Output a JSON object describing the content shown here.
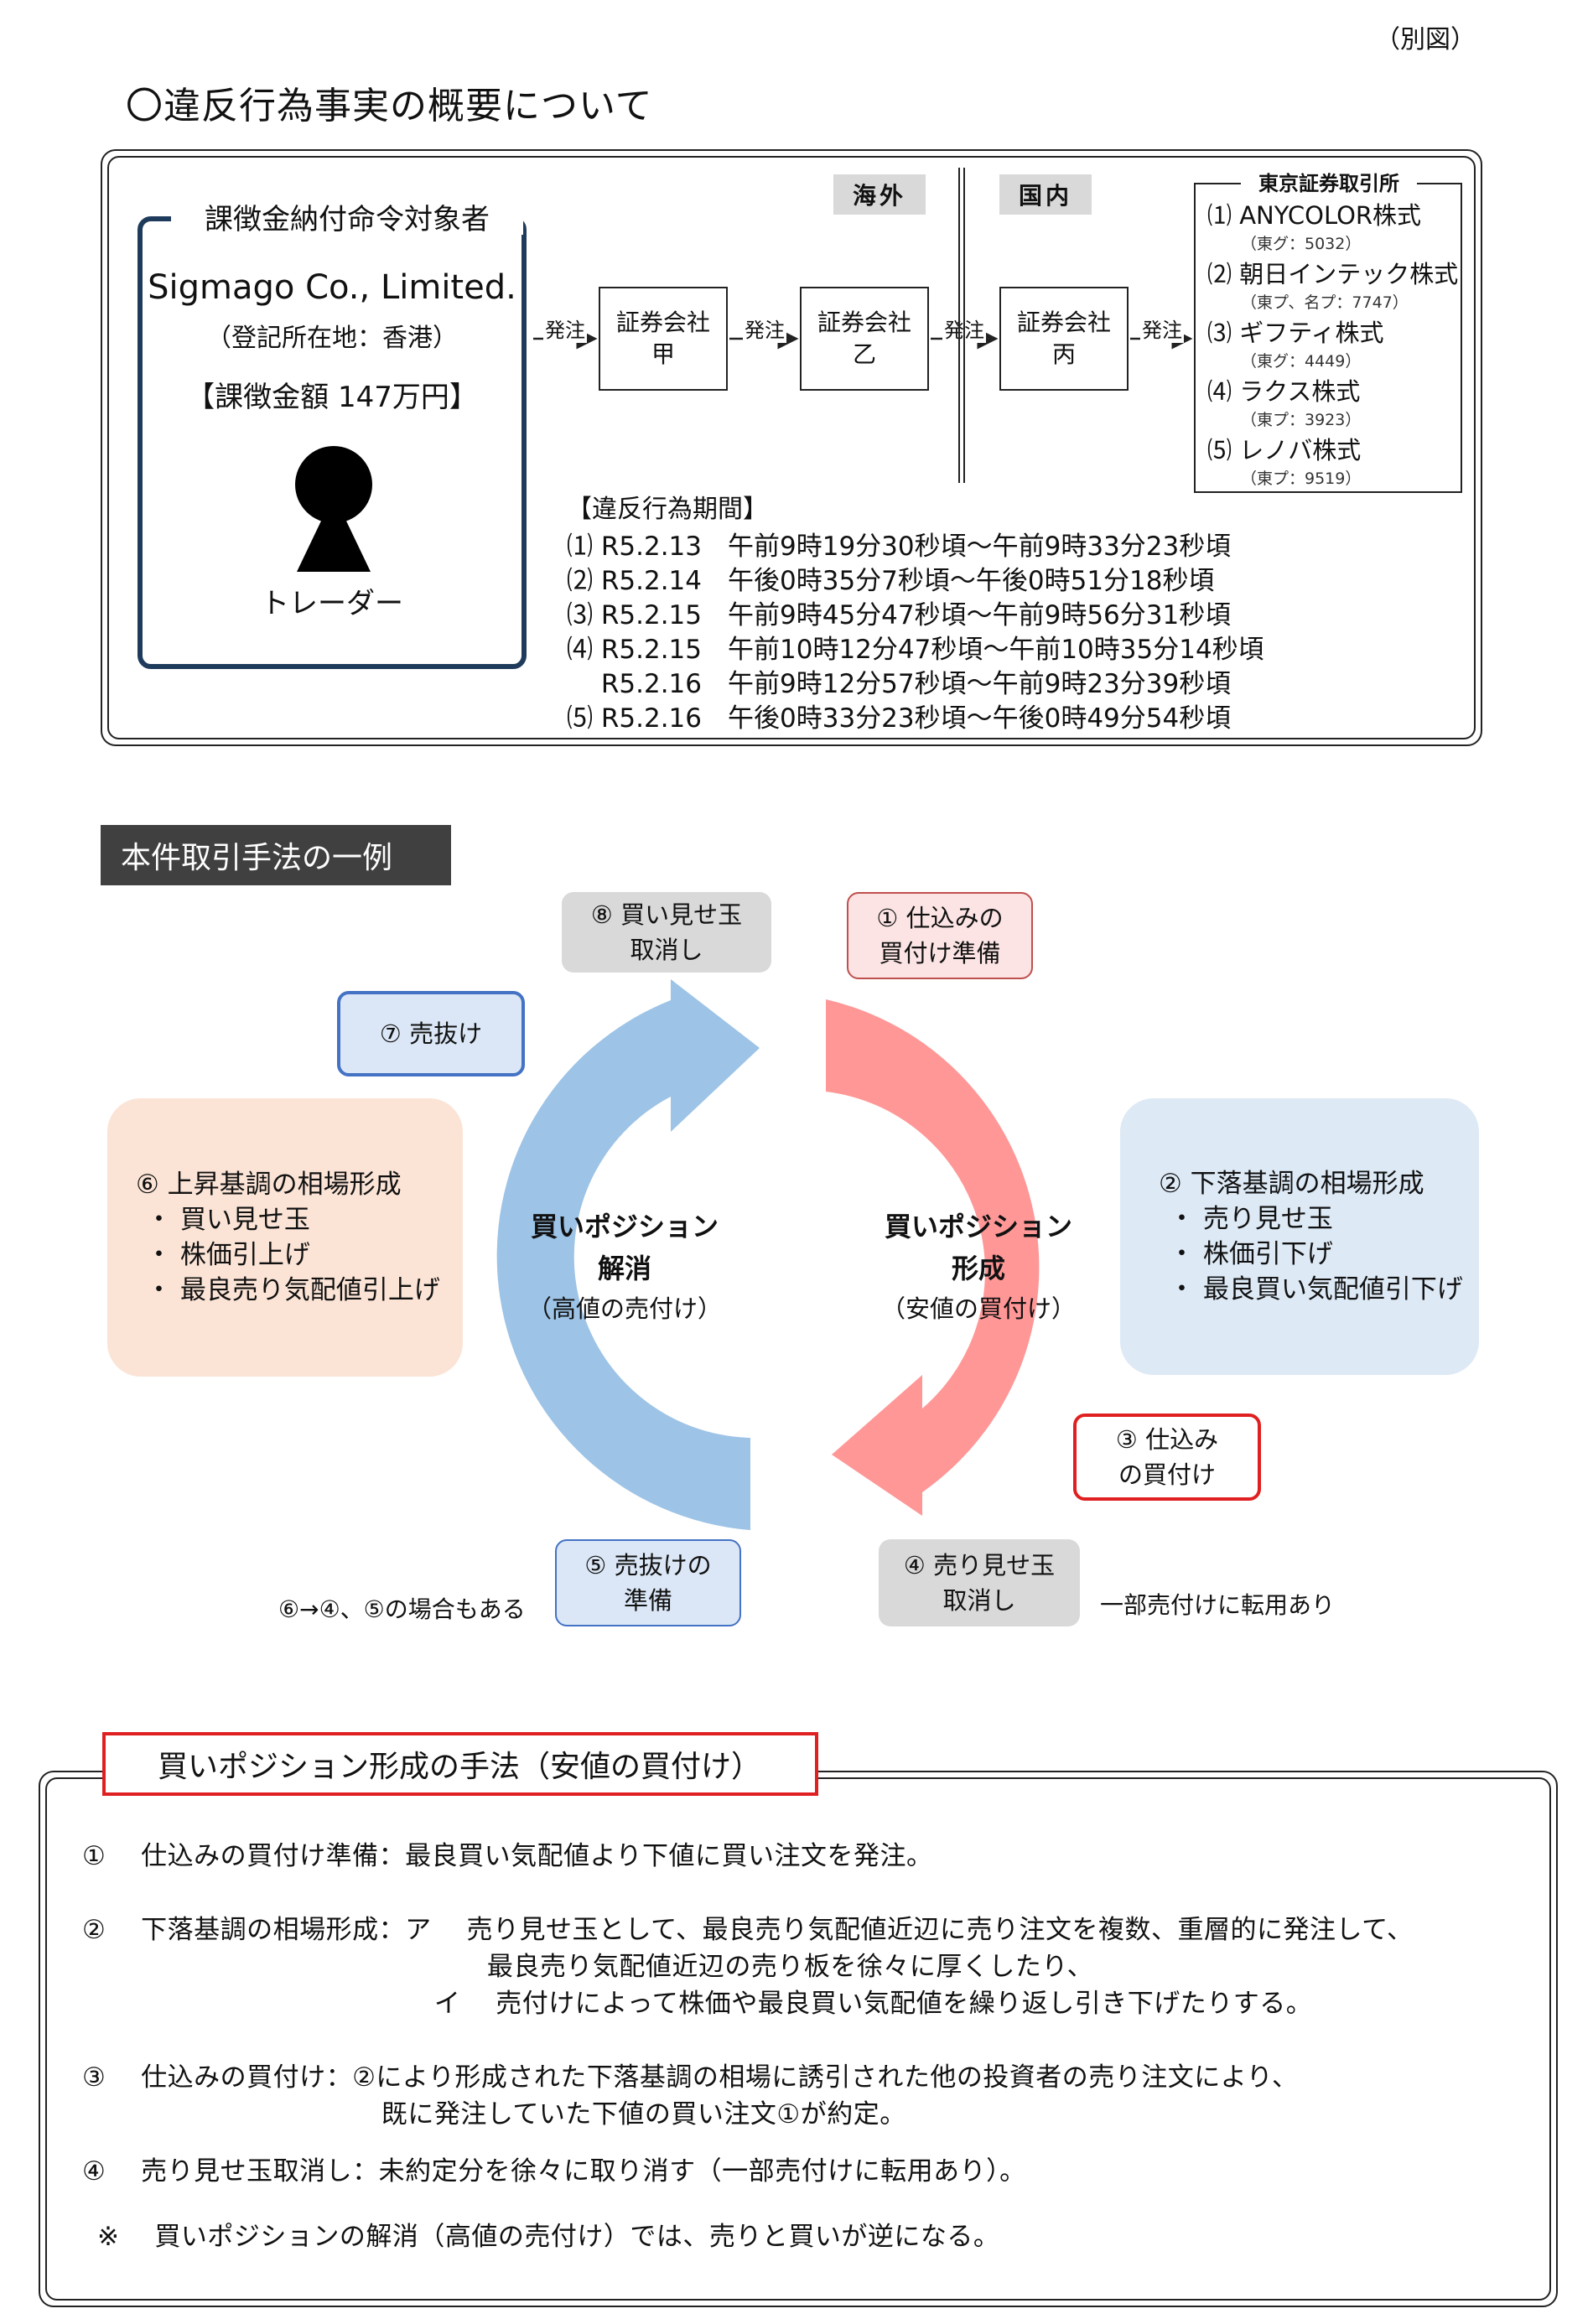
{
  "figure_label": "（別図）",
  "main_title": "〇違反行為事実の概要について",
  "section1": {
    "target_title": "課徴金納付命令対象者",
    "company": "Sigmago Co., Limited.",
    "registered": "（登記所在地：香港）",
    "fine": "【課徴金額 147万円】",
    "trader_label": "トレーダー",
    "order_label": "発注",
    "tag_overseas": "海外",
    "tag_domestic": "国内",
    "firms": [
      {
        "line1": "証券会社",
        "line2": "甲"
      },
      {
        "line1": "証券会社",
        "line2": "乙"
      },
      {
        "line1": "証券会社",
        "line2": "丙"
      }
    ],
    "exchange_title": "東京証券取引所",
    "stocks": [
      {
        "name": "⑴ ANYCOLOR株式",
        "code": "（東グ：5032）"
      },
      {
        "name": "⑵ 朝日インテック株式",
        "code": "（東プ、名プ：7747）"
      },
      {
        "name": "⑶ ギフティ株式",
        "code": "（東グ：4449）"
      },
      {
        "name": "⑷ ラクス株式",
        "code": "（東プ：3923）"
      },
      {
        "name": "⑸ レノバ株式",
        "code": "（東プ：9519）"
      }
    ],
    "period_title": "【違反行為期間】",
    "periods": [
      "⑴ R5.2.13　午前9時19分30秒頃～午前9時33分23秒頃",
      "⑵ R5.2.14　午後0時35分7秒頃～午後0時51分18秒頃",
      "⑶ R5.2.15　午前9時45分47秒頃～午前9時56分31秒頃",
      "⑷ R5.2.15　午前10時12分47秒頃～午前10時35分14秒頃",
      "　 R5.2.16　午前9時12分57秒頃～午前9時23分39秒頃",
      "⑸ R5.2.16　午後0時33分23秒頃～午後0時49分54秒頃"
    ]
  },
  "section2": {
    "title": "本件取引手法の一例",
    "step1": {
      "line1": "① 仕込みの",
      "line2": "買付け準備"
    },
    "step2": {
      "title": "② 下落基調の相場形成",
      "items": [
        "・ 売り見せ玉",
        "・ 株価引下げ",
        "・ 最良買い気配値引下げ"
      ]
    },
    "step3": {
      "line1": "③ 仕込み",
      "line2": "の買付け"
    },
    "step4": {
      "line1": "④ 売り見せ玉",
      "line2": "取消し"
    },
    "step5": {
      "line1": "⑤ 売抜けの",
      "line2": "準備"
    },
    "step6": {
      "title": "⑥ 上昇基調の相場形成",
      "items": [
        "・ 買い見せ玉",
        "・ 株価引上げ",
        "・ 最良売り気配値引上げ"
      ]
    },
    "step7": {
      "line1": "⑦ 売抜け"
    },
    "step8": {
      "line1": "⑧ 買い見せ玉",
      "line2": "取消し"
    },
    "left_cycle": {
      "line1": "買いポジション",
      "line2": "解消",
      "sub": "（高値の売付け）"
    },
    "right_cycle": {
      "line1": "買いポジション",
      "line2": "形成",
      "sub": "（安値の買付け）"
    },
    "note_left": "⑥→④、⑤の場合もある",
    "note_right": "一部売付けに転用あり",
    "colors": {
      "blue_arrow": "#9dc3e6",
      "red_arrow": "#ff9797"
    }
  },
  "section3": {
    "title": "買いポジション形成の手法（安値の買付け）",
    "lines": [
      "①　 仕込みの買付け準備：最良買い気配値より下値に買い注文を発注。",
      "②　 下落基調の相場形成：ア　 売り見せ玉として、最良売り気配値近辺に売り注文を複数、重層的に発注して、",
      "　　　　　　　　　　　　　　　 最良売り気配値近辺の売り板を徐々に厚くしたり、",
      "　　　　　　　　　　　　　 イ　 売付けによって株価や最良買い気配値を繰り返し引き下げたりする。",
      "③　 仕込みの買付け：②により形成された下落基調の相場に誘引された他の投資者の売り注文により、",
      "　　　　　　　　　　　 既に発注していた下値の買い注文①が約定。",
      "④　 売り見せ玉取消し：未約定分を徐々に取り消す（一部売付けに転用あり）。",
      "※　 買いポジションの解消（高値の売付け）では、売りと買いが逆になる。"
    ]
  }
}
